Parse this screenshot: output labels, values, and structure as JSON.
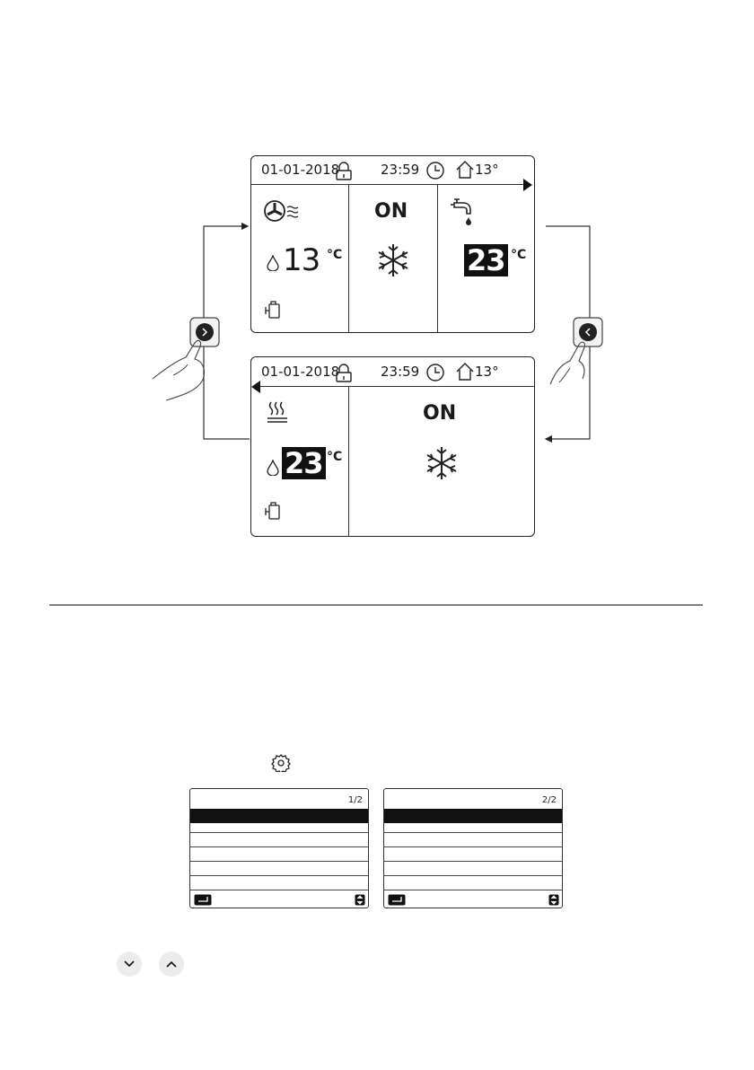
{
  "top_screen": {
    "date": "01-01-2018",
    "time": "23:59",
    "outdoor_temp": "13°",
    "status": "ON",
    "water_temp": "13",
    "water_unit": "°C",
    "dhw_temp": "23",
    "dhw_unit": "°C"
  },
  "bottom_screen": {
    "date": "01-01-2018",
    "time": "23:59",
    "outdoor_temp": "13°",
    "status": "ON",
    "water_temp": "23",
    "water_unit": "°C"
  },
  "menu_left": {
    "page": "1/2"
  },
  "menu_right": {
    "page": "2/2"
  },
  "icons": [
    "fan-coil-icon",
    "lock-icon",
    "clock-icon",
    "home-icon",
    "tap-icon",
    "snowflake-icon",
    "compressor-icon",
    "floor-heating-icon",
    "water-drop-icon",
    "gear-icon",
    "enter-icon",
    "updown-icon",
    "chevron-right-icon",
    "chevron-left-icon",
    "chevron-down-icon",
    "chevron-up-icon"
  ]
}
